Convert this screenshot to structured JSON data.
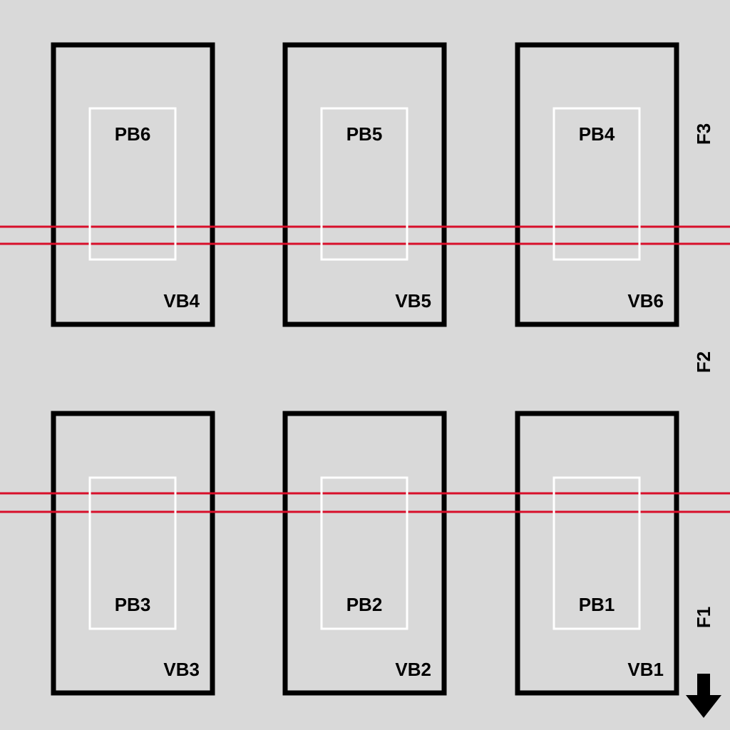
{
  "colors": {
    "background": "#d9d9d9",
    "outer_box": "#000000",
    "inner_box": "#ffffff",
    "line": "#d80f2a"
  },
  "floors": [
    {
      "label": "F3"
    },
    {
      "label": "F2"
    },
    {
      "label": "F1"
    }
  ],
  "rows": [
    {
      "cells": [
        {
          "pb": "PB6",
          "vb": "VB4"
        },
        {
          "pb": "PB5",
          "vb": "VB5"
        },
        {
          "pb": "PB4",
          "vb": "VB6"
        }
      ]
    },
    {
      "cells": [
        {
          "pb": "PB3",
          "vb": "VB3"
        },
        {
          "pb": "PB2",
          "vb": "VB2"
        },
        {
          "pb": "PB1",
          "vb": "VB1"
        }
      ]
    }
  ],
  "arrow": {
    "icon": "arrow-down-icon"
  }
}
